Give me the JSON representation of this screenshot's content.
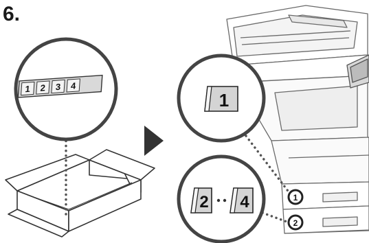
{
  "step": {
    "number": "6."
  },
  "label_sheet": {
    "labels": [
      "1",
      "2",
      "3",
      "4"
    ]
  },
  "callout_top": {
    "label": "1"
  },
  "callout_bottom": {
    "first": "2",
    "last": "4"
  },
  "machine_markers": {
    "upper": "1",
    "lower": "2"
  }
}
